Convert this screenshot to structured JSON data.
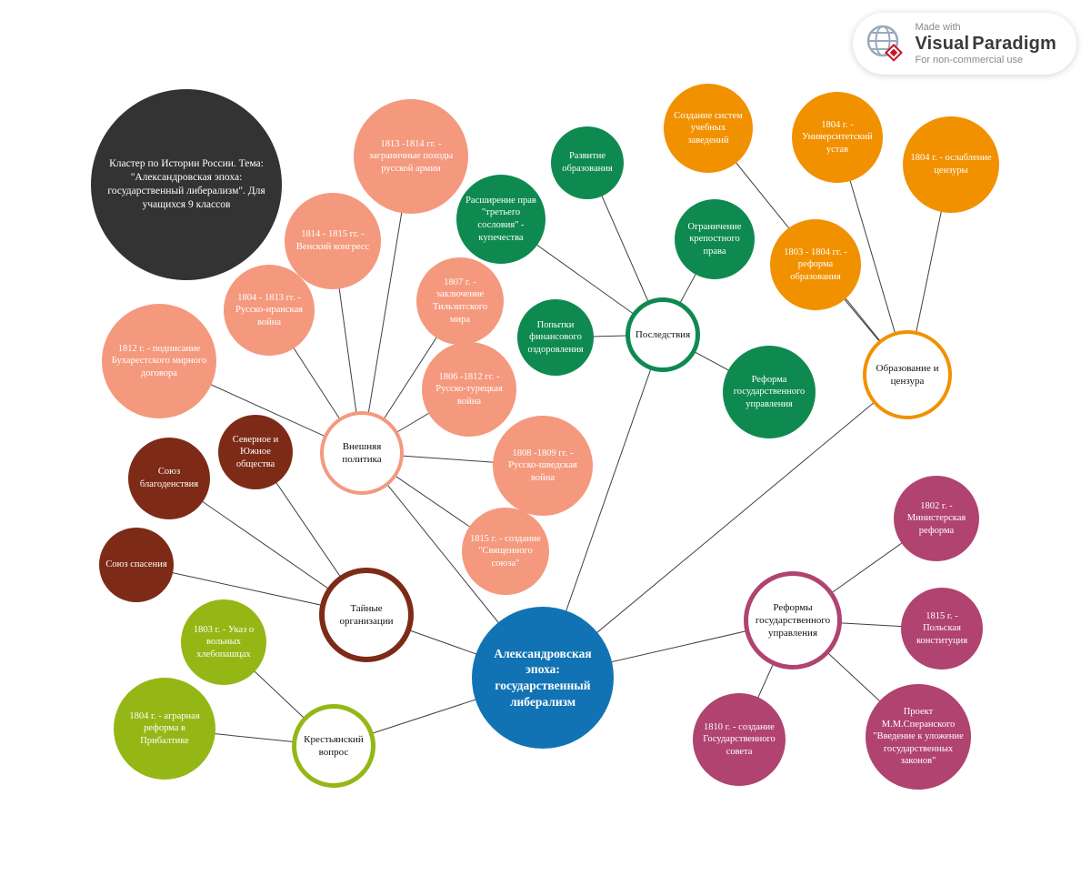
{
  "watermark": {
    "made_with": "Made with",
    "brand_visual": "Visual",
    "brand_paradigm": "Paradigm",
    "license": "For non-commercial use"
  },
  "colors": {
    "center": "#1173b4",
    "title_note": "#333333",
    "foreign_policy": "#f4997e",
    "consequences": "#0e8a50",
    "education": "#f19100",
    "secret_orgs": "#7d2b17",
    "peasant_question": "#94b716",
    "state_reforms": "#b0436f"
  },
  "diagram": {
    "title_note": "Кластер по Истории России. Тема: \"Александровская эпоха: государственный либерализм\". Для учащихся 9 классов",
    "center_label": "Александровская эпоха: государственный либерализм",
    "branches": {
      "foreign_policy": {
        "hub_label": "Внешняя политика",
        "leaves": [
          "1813 -1814 гг. - заграничные походы русской армии",
          "1814 - 1815 гг. - Венский конгресс",
          "1804 - 1813 гг. - Русско-иранская война",
          "1812 г. - подписание Бухарестского мирного договора",
          "1807 г. - заключение Тильзитского мира",
          "1806 -1812 гг. - Русско-турецкая война",
          "1808 -1809 гг. - Русско-шведская война",
          "1815 г. - создание \"Священного союза\""
        ]
      },
      "consequences": {
        "hub_label": "Последствия",
        "leaves": [
          "Развитие образования",
          "Расширение прав \"третьего сословия\" - купечества",
          "Ограничение крепостного права",
          "Попытки финансового оздоровления",
          "Реформа государственного управления"
        ]
      },
      "education": {
        "hub_label": "Образование и цензура",
        "leaves": [
          "Создание систем учебных заведений",
          "1804 г. - Университетский устав",
          "1804 г. - ослабление цензуры",
          "1803 - 1804 гг. - реформа образования"
        ]
      },
      "secret_orgs": {
        "hub_label": "Тайные организации",
        "leaves": [
          "Союз благоденствия",
          "Северное и Южное общества",
          "Союз спасения"
        ]
      },
      "peasant_question": {
        "hub_label": "Крестьянский вопрос",
        "leaves": [
          "1803 г. - Указ о вольных хлебопашцах",
          "1804 г. - аграрная реформа в Прибалтике"
        ]
      },
      "state_reforms": {
        "hub_label": "Реформы государственного управления",
        "leaves": [
          "1802 г. - Министерская реформа",
          "1815 г. - Польская конституция",
          "Проект М.М.Сперанского \"Введение к уложение государственных законов\"",
          "1810 г. - создание Государственного совета"
        ]
      }
    }
  }
}
